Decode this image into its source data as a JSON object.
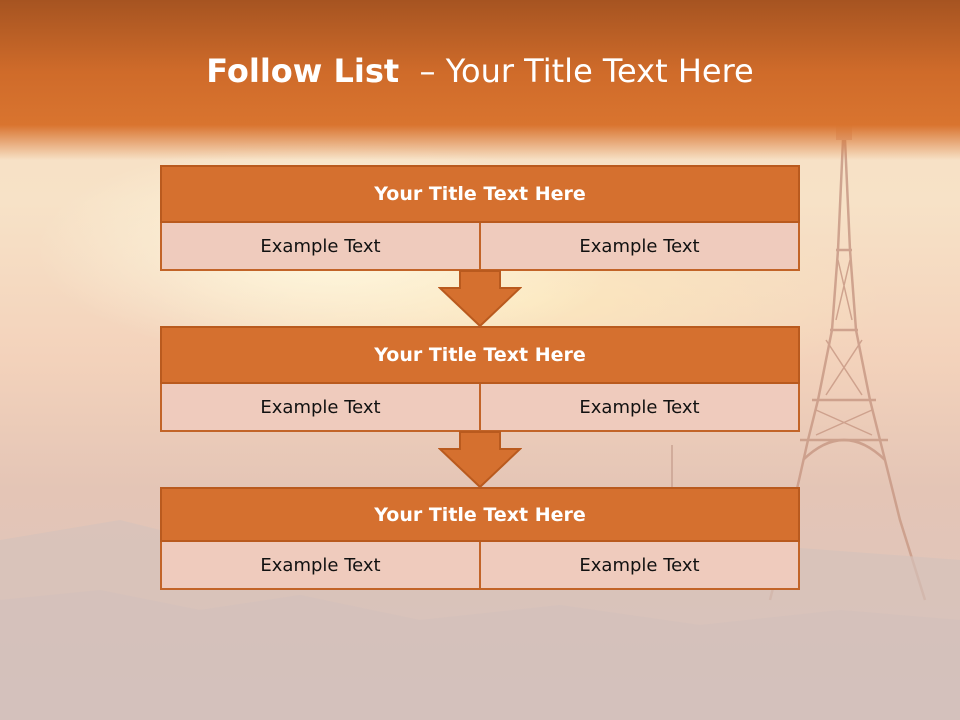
{
  "slide": {
    "title_bold": "Follow List",
    "title_rest": "  – Your Title Text Here"
  },
  "blocks": [
    {
      "title": "Your Title Text Here",
      "left_text": "Example Text",
      "right_text": "Example Text"
    },
    {
      "title": "Your Title Text Here",
      "left_text": "Example Text",
      "right_text": "Example Text"
    },
    {
      "title": "Your Title Text Here",
      "left_text": "Example Text",
      "right_text": "Example Text"
    }
  ],
  "colors": {
    "accent": "#d5702f",
    "accent_dark": "#b95a1e",
    "cell_fill": "#efcbbd",
    "header_band": "#cf6b2a"
  }
}
